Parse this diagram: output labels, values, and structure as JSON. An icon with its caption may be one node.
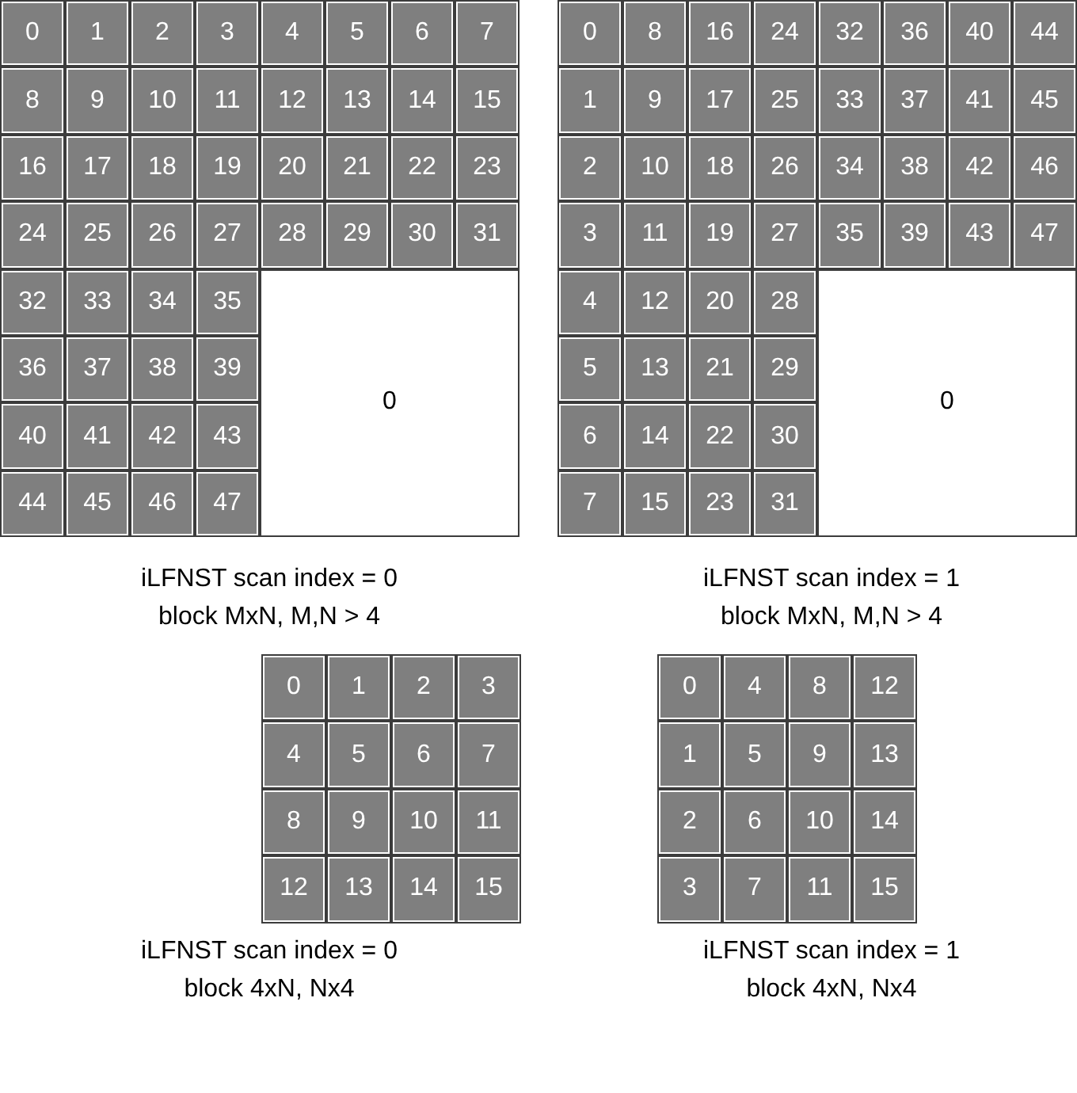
{
  "diagram": {
    "nodes": [
      {
        "text": [
          "0"
        ]
      },
      {
        "text": [
          "1"
        ]
      },
      {
        "text": [
          "2"
        ]
      },
      {
        "text": [
          "3"
        ]
      },
      {
        "text": [
          "4"
        ]
      },
      {
        "text": [
          "5"
        ]
      },
      {
        "text": [
          "6"
        ]
      },
      {
        "text": [
          "7"
        ]
      },
      {
        "text": [
          "8"
        ]
      },
      {
        "text": [
          "9"
        ]
      },
      {
        "text": [
          "10"
        ]
      },
      {
        "text": [
          "11"
        ]
      },
      {
        "text": [
          "12"
        ]
      },
      {
        "text": [
          "13"
        ]
      },
      {
        "text": [
          "14"
        ]
      },
      {
        "text": [
          "15"
        ]
      },
      {
        "text": [
          "16"
        ]
      },
      {
        "text": [
          "17"
        ]
      },
      {
        "text": [
          "18"
        ]
      },
      {
        "text": [
          "19"
        ]
      },
      {
        "text": [
          "20"
        ]
      },
      {
        "text": [
          "21"
        ]
      },
      {
        "text": [
          "22"
        ]
      },
      {
        "text": [
          "23"
        ]
      },
      {
        "text": [
          "24"
        ]
      },
      {
        "text": [
          "25"
        ]
      },
      {
        "text": [
          "26"
        ]
      },
      {
        "text": [
          "27"
        ]
      },
      {
        "text": [
          "28"
        ]
      },
      {
        "text": [
          "29"
        ]
      },
      {
        "text": [
          "30"
        ]
      },
      {
        "text": [
          "31"
        ]
      },
      {
        "text": [
          "32"
        ]
      },
      {
        "text": [
          "33"
        ]
      },
      {
        "text": [
          "34"
        ]
      },
      {
        "text": [
          "35"
        ]
      },
      {
        "text": [
          "0"
        ]
      },
      {
        "text": [
          "36"
        ]
      },
      {
        "text": [
          "37"
        ]
      },
      {
        "text": [
          "38"
        ]
      },
      {
        "text": [
          "39"
        ]
      },
      {
        "text": [
          "40"
        ]
      },
      {
        "text": [
          "41"
        ]
      },
      {
        "text": [
          "42"
        ]
      },
      {
        "text": [
          "43"
        ]
      },
      {
        "text": [
          "44"
        ]
      },
      {
        "text": [
          "45"
        ]
      },
      {
        "text": [
          "46"
        ]
      },
      {
        "text": [
          "47"
        ]
      },
      {
        "text": [
          "0"
        ]
      },
      {
        "text": [
          "8"
        ]
      },
      {
        "text": [
          "16"
        ]
      },
      {
        "text": [
          "24"
        ]
      },
      {
        "text": [
          "32"
        ]
      },
      {
        "text": [
          "36"
        ]
      },
      {
        "text": [
          "40"
        ]
      },
      {
        "text": [
          "44"
        ]
      },
      {
        "text": [
          "1"
        ]
      },
      {
        "text": [
          "9"
        ]
      },
      {
        "text": [
          "17"
        ]
      },
      {
        "text": [
          "25"
        ]
      },
      {
        "text": [
          "33"
        ]
      },
      {
        "text": [
          "37"
        ]
      },
      {
        "text": [
          "41"
        ]
      },
      {
        "text": [
          "45"
        ]
      },
      {
        "text": [
          "2"
        ]
      },
      {
        "text": [
          "10"
        ]
      },
      {
        "text": [
          "18"
        ]
      },
      {
        "text": [
          "26"
        ]
      },
      {
        "text": [
          "34"
        ]
      },
      {
        "text": [
          "38"
        ]
      },
      {
        "text": [
          "42"
        ]
      },
      {
        "text": [
          "46"
        ]
      },
      {
        "text": [
          "3"
        ]
      },
      {
        "text": [
          "11"
        ]
      },
      {
        "text": [
          "19"
        ]
      },
      {
        "text": [
          "27"
        ]
      },
      {
        "text": [
          "35"
        ]
      },
      {
        "text": [
          "39"
        ]
      },
      {
        "text": [
          "43"
        ]
      },
      {
        "text": [
          "47"
        ]
      },
      {
        "text": [
          "4"
        ]
      },
      {
        "text": [
          "12"
        ]
      },
      {
        "text": [
          "20"
        ]
      },
      {
        "text": [
          "28"
        ]
      },
      {
        "text": [
          "0"
        ]
      },
      {
        "text": [
          "5"
        ]
      },
      {
        "text": [
          "13"
        ]
      },
      {
        "text": [
          "21"
        ]
      },
      {
        "text": [
          "29"
        ]
      },
      {
        "text": [
          "6"
        ]
      },
      {
        "text": [
          "14"
        ]
      },
      {
        "text": [
          "22"
        ]
      },
      {
        "text": [
          "30"
        ]
      },
      {
        "text": [
          "7"
        ]
      },
      {
        "text": [
          "15"
        ]
      },
      {
        "text": [
          "23"
        ]
      },
      {
        "text": [
          "31"
        ]
      },
      {
        "text": [
          "0"
        ]
      },
      {
        "text": [
          "1"
        ]
      },
      {
        "text": [
          "2"
        ]
      },
      {
        "text": [
          "3"
        ]
      },
      {
        "text": [
          "4"
        ]
      },
      {
        "text": [
          "5"
        ]
      },
      {
        "text": [
          "6"
        ]
      },
      {
        "text": [
          "7"
        ]
      },
      {
        "text": [
          "8"
        ]
      },
      {
        "text": [
          "9"
        ]
      },
      {
        "text": [
          "10"
        ]
      },
      {
        "text": [
          "11"
        ]
      },
      {
        "text": [
          "12"
        ]
      },
      {
        "text": [
          "13"
        ]
      },
      {
        "text": [
          "14"
        ]
      },
      {
        "text": [
          "15"
        ]
      },
      {
        "text": [
          "0"
        ]
      },
      {
        "text": [
          "4"
        ]
      },
      {
        "text": [
          "8"
        ]
      },
      {
        "text": [
          "12"
        ]
      },
      {
        "text": [
          "1"
        ]
      },
      {
        "text": [
          "5"
        ]
      },
      {
        "text": [
          "9"
        ]
      },
      {
        "text": [
          "13"
        ]
      },
      {
        "text": [
          "2"
        ]
      },
      {
        "text": [
          "6"
        ]
      },
      {
        "text": [
          "10"
        ]
      },
      {
        "text": [
          "14"
        ]
      },
      {
        "text": [
          "3"
        ]
      },
      {
        "text": [
          "7"
        ]
      },
      {
        "text": [
          "11"
        ]
      },
      {
        "text": [
          "15"
        ]
      }
    ],
    "labels": [
      "iLFNST scan index = 0",
      "iLFNST scan index = 1",
      "block MxN, M,N > 4",
      "block MxN, M,N > 4",
      "iLFNST scan index = 0",
      "iLFNST scan index = 1",
      "block 4xN, Nx4",
      "block 4xN, Nx4"
    ]
  }
}
